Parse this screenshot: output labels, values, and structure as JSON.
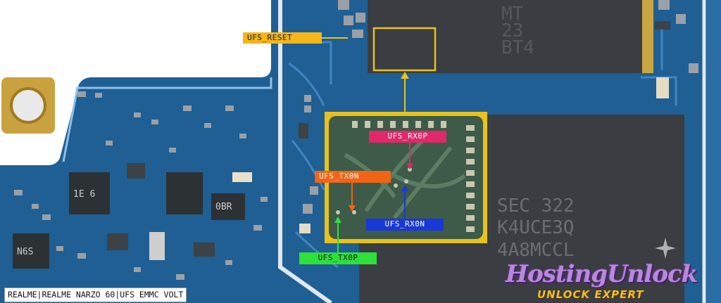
{
  "labels": {
    "ufs_reset": "UFS_RESET",
    "ufs_rx0p": "UFS_RX0P",
    "ufs_tx0n": "UFS_TX0N",
    "ufs_rx0n": "UFS_RX0N",
    "ufs_tx0p": "UFS_TX0P"
  },
  "chip_markings": {
    "memory_chip": [
      "MT",
      "23",
      "BT4"
    ],
    "ufs_chip": [
      "SEC 322",
      "K4UCE3Q",
      "4A8MCCL"
    ],
    "ic_left": "1E 6",
    "ic_small": "0BR",
    "ic_bottom": "N6S"
  },
  "caption": "REALME|REALME NARZO 60|UFS EMMC VOLT",
  "watermark": {
    "brand": "HostingUnlock",
    "tagline": "UNLOCK EXPERT"
  },
  "colors": {
    "board": "#1f5f93",
    "reset_label": "#f4b618",
    "rx0p_label": "#e0286a",
    "tx0n_label": "#f26414",
    "rx0n_label": "#1838d8",
    "tx0p_label": "#2ee03a",
    "highlight_box": "#e8c21a"
  }
}
